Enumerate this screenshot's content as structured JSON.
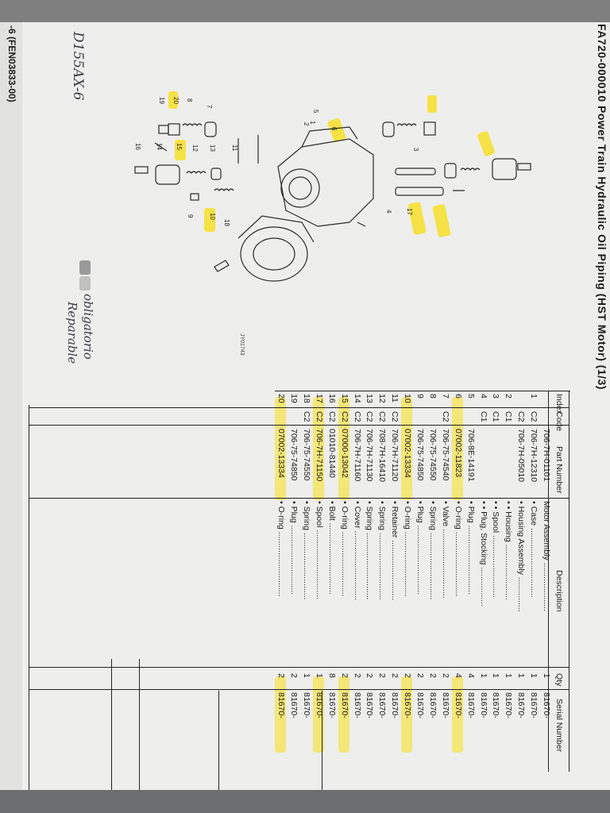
{
  "document": {
    "title": "FA720-000010  Power Train Hydraulic Oil Piping (HST Motor) (1/3)",
    "side_id": "-6 (FEN03833-00)",
    "handwritten_model": "D155AX-6",
    "legend": [
      {
        "label": "obligatorio"
      },
      {
        "label": "Reparable"
      }
    ],
    "figure_id": "JY01743",
    "diagram_callouts": [
      "16",
      "14",
      "15",
      "12",
      "13",
      "11",
      "19",
      "20",
      "8",
      "7",
      "9",
      "10",
      "5",
      "6",
      "1",
      "2",
      "3",
      "4",
      "17",
      "18"
    ]
  },
  "table": {
    "headers": {
      "index": "Index",
      "code": "Code",
      "part": "Part Number",
      "desc": "Description",
      "qty": "Qty",
      "serial": "Serial Number"
    },
    "rows": [
      {
        "index": "",
        "code": "",
        "part": "706-7H-01101",
        "desc": "Motor Assembly .....................",
        "qty": "1",
        "serial": "81670-",
        "hl": false
      },
      {
        "index": "1",
        "code": "C2",
        "part": "706-7H-12310",
        "desc": "• Case ..............................",
        "qty": "1",
        "serial": "81670-",
        "hl": false
      },
      {
        "index": "",
        "code": "C2",
        "part": "706-7H-05010",
        "desc": "• Housing Assembly ...............",
        "qty": "1",
        "serial": "81670-",
        "hl": false
      },
      {
        "index": "2",
        "code": "C1",
        "part": "",
        "desc": "• • Housing ........................",
        "qty": "1",
        "serial": "81670-",
        "hl": false
      },
      {
        "index": "3",
        "code": "C1",
        "part": "",
        "desc": "• • Spool ...........................",
        "qty": "1",
        "serial": "81670-",
        "hl": false
      },
      {
        "index": "4",
        "code": "C1",
        "part": "",
        "desc": "• • Plug, Stocking .................",
        "qty": "1",
        "serial": "81670-",
        "hl": false
      },
      {
        "index": "5",
        "code": "",
        "part": "706-8E-14191",
        "desc": "• Plug ..............................",
        "qty": "4",
        "serial": "81670-",
        "hl": false
      },
      {
        "index": "6",
        "code": "",
        "part": "07002-11823",
        "desc": "• O-ring ............................",
        "qty": "4",
        "serial": "81670-",
        "hl": true
      },
      {
        "index": "7",
        "code": "C2",
        "part": "706-75-74540",
        "desc": "• Valve ..............................",
        "qty": "2",
        "serial": "81670-",
        "hl": false
      },
      {
        "index": "8",
        "code": "",
        "part": "706-75-74550",
        "desc": "• Spring .............................",
        "qty": "2",
        "serial": "81670-",
        "hl": false
      },
      {
        "index": "9",
        "code": "",
        "part": "706-75-74850",
        "desc": "• Plug ..............................",
        "qty": "2",
        "serial": "81670-",
        "hl": false
      },
      {
        "index": "10",
        "code": "",
        "part": "07002-13334",
        "desc": "• O-ring ............................",
        "qty": "2",
        "serial": "81670-",
        "hl": true
      },
      {
        "index": "11",
        "code": "C2",
        "part": "706-7H-71120",
        "desc": "• Retainer ..........................",
        "qty": "2",
        "serial": "81670-",
        "hl": false
      },
      {
        "index": "12",
        "code": "C2",
        "part": "708-7H-16410",
        "desc": "• Spring .............................",
        "qty": "2",
        "serial": "81670-",
        "hl": false
      },
      {
        "index": "13",
        "code": "C2",
        "part": "706-7H-71130",
        "desc": "• Spring .............................",
        "qty": "2",
        "serial": "81670-",
        "hl": false
      },
      {
        "index": "14",
        "code": "C2",
        "part": "706-7H-71160",
        "desc": "• Cover ..............................",
        "qty": "2",
        "serial": "81670-",
        "hl": false
      },
      {
        "index": "15",
        "code": "C2",
        "part": "07000-13042",
        "desc": "• O-ring ............................",
        "qty": "2",
        "serial": "81670-",
        "hl": true
      },
      {
        "index": "16",
        "code": "C2",
        "part": "01010-81440",
        "desc": "• Bolt ...............................",
        "qty": "8",
        "serial": "81670-",
        "hl": false
      },
      {
        "index": "17",
        "code": "C2",
        "part": "706-7H-71150",
        "desc": "• Spool ..............................",
        "qty": "1",
        "serial": "81670-",
        "hl": true
      },
      {
        "index": "18",
        "code": "C2",
        "part": "706-75-74550",
        "desc": "• Spring .............................",
        "qty": "1",
        "serial": "81670-",
        "hl": false
      },
      {
        "index": "19",
        "code": "",
        "part": "706-75-74850",
        "desc": "• Plug ..............................",
        "qty": "2",
        "serial": "81670-",
        "hl": false
      },
      {
        "index": "20",
        "code": "",
        "part": "07002-13334",
        "desc": "• O-ring ............................",
        "qty": "2",
        "serial": "81670-",
        "hl": true
      }
    ]
  },
  "colors": {
    "highlight": "#f6e246",
    "paper": "#eeeeec"
  }
}
